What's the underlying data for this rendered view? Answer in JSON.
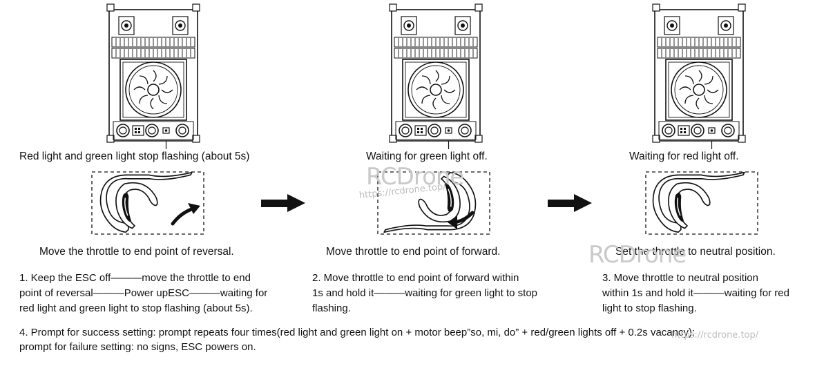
{
  "captions_top": [
    "Red light and green light stop flashing (about 5s)",
    "Waiting for green light off.",
    "Waiting for red light off."
  ],
  "captions_mid": [
    "Move the throttle to end point of reversal.",
    "Move throttle to end point of forward.",
    "Set the throttle to neutral position."
  ],
  "steps": [
    "1. Keep the ESC off———move the throttle to end\npoint of reversal———Power upESC———waiting for\nred light and green light to stop flashing (about 5s).",
    "2. Move throttle to end point of forward within\n 1s and hold it———waiting for green light to stop\nflashing.",
    "3. Move throttle to neutral position\nwithin 1s and hold it———waiting for red\nlight to stop flashing."
  ],
  "footer": "4. Prompt for success setting: prompt repeats four times(red light and green light on + motor beep”so, mi, do” + red/green lights off + 0.2s vacancy);\n prompt for failure setting: no signs, ESC powers on.",
  "watermarks": {
    "brand": "RCDrone",
    "url": "https://rcdrone.top/"
  },
  "icons": {
    "device": "esc-device-icon",
    "throttle": "throttle-trigger-icon",
    "arrow": "right-arrow-icon"
  }
}
